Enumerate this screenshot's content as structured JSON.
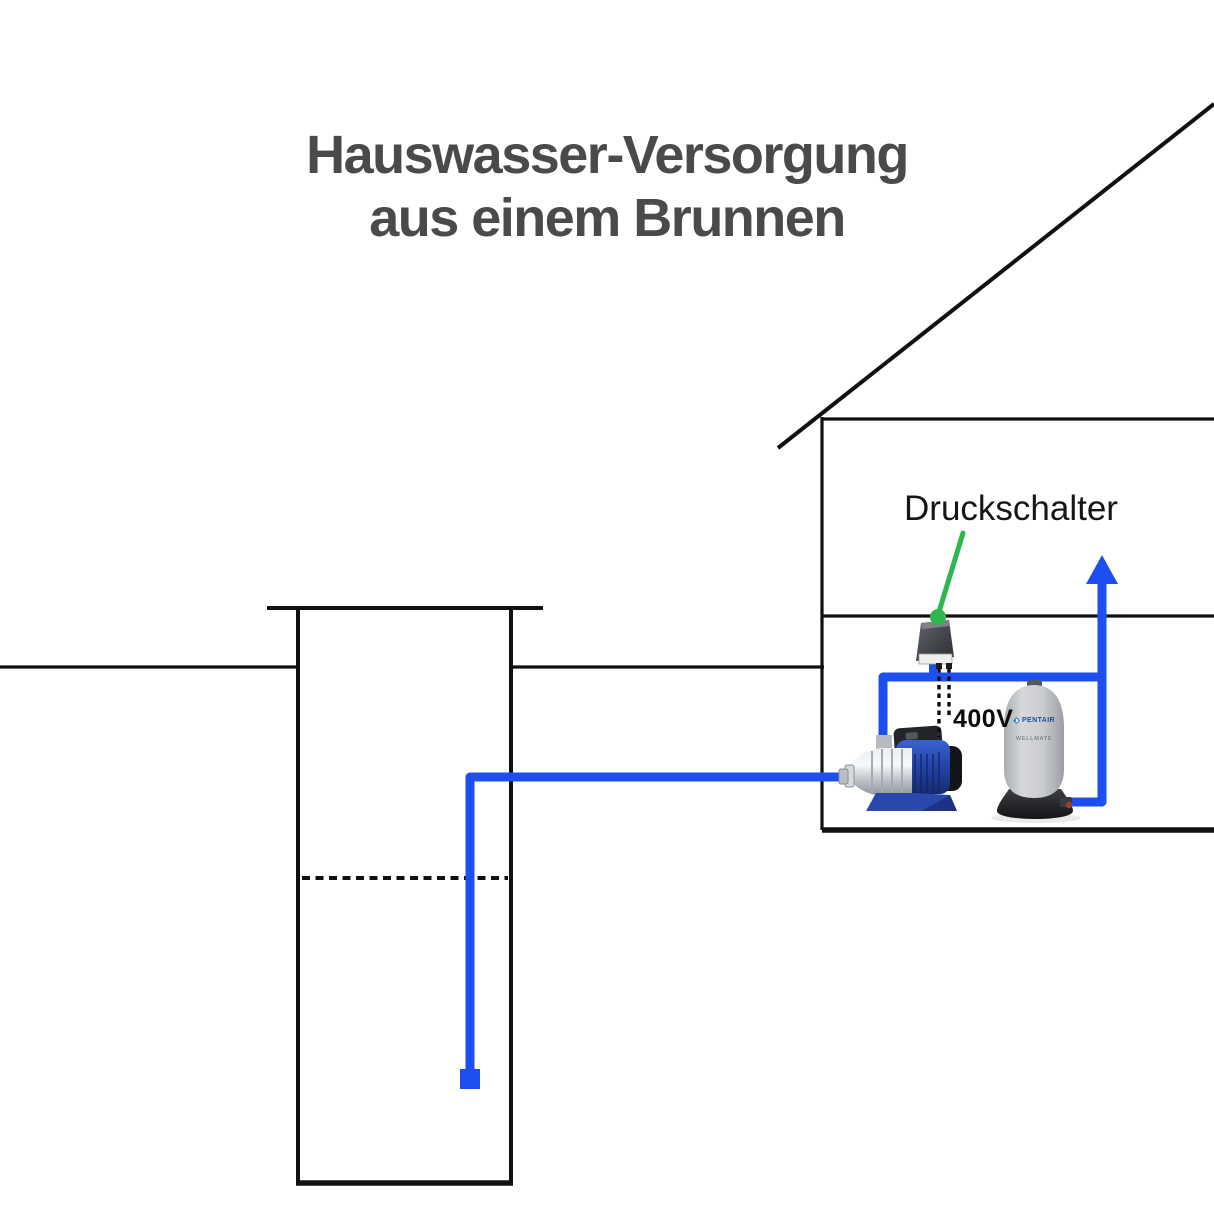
{
  "title": {
    "line1": "Hauswasser-Versorgung",
    "line2": "aus einem Brunnen"
  },
  "callout": {
    "pressure_switch_label": "Druckschalter"
  },
  "power": {
    "voltage_label": "400V"
  },
  "tank": {
    "brand": "PENTAIR",
    "model": "WELLMATE"
  },
  "icons": {
    "pentair_diamond": "pentair-diamond-icon",
    "flow_arrow": "flow-arrow-up-icon"
  },
  "colors": {
    "pipe_blue": "#1d4ff0",
    "callout_green": "#2db84f",
    "title_gray": "#4a4a4a",
    "diagram_black": "#101010",
    "pentair_blue": "#1d4da0"
  }
}
